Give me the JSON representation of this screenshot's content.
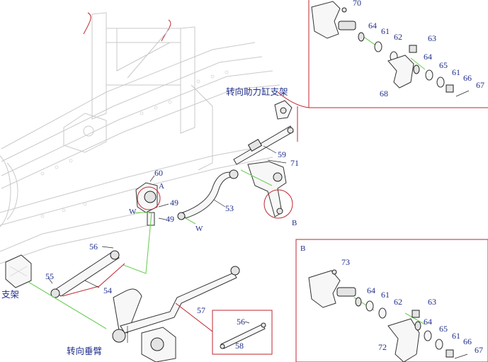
{
  "labels": {
    "cylinder_bracket": "转向助力缸支架",
    "bracket": "支架",
    "pitman_arm": "转向垂臂"
  },
  "callouts": {
    "n49a": "49",
    "n49b": "49",
    "n53": "53",
    "n54": "54",
    "n55": "55",
    "n56a": "56",
    "n56b": "56",
    "n57": "57",
    "n58": "58",
    "n59": "59",
    "n60": "60",
    "n71": "71"
  },
  "markers": {
    "A": "A",
    "B": "B",
    "W1": "W",
    "W2": "W"
  },
  "detail_A": {
    "items": [
      "70",
      "64",
      "61",
      "62",
      "63",
      "64",
      "65",
      "61",
      "66",
      "67",
      "68"
    ]
  },
  "detail_B": {
    "title": "B",
    "items": [
      "73",
      "64",
      "61",
      "62",
      "63",
      "64",
      "65",
      "61",
      "66",
      "67",
      "72"
    ]
  },
  "colors": {
    "callout_text": "#1f2e8a",
    "detail_border": "#c0262f",
    "leader_green": "#6fcf5a",
    "frame_gray": "#c9c9c9"
  }
}
